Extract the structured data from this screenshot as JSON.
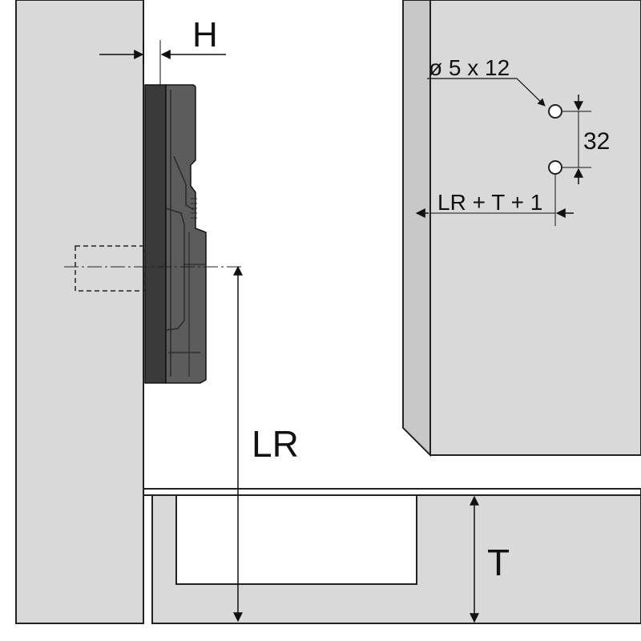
{
  "labels": {
    "h": "H",
    "hole_spec": "ø 5 x 12",
    "hole_spacing": "32",
    "offset": "LR + T + 1",
    "lr": "LR",
    "t": "T"
  },
  "colors": {
    "panel_fill": "#d9d9d9",
    "outline": "#222222",
    "hinge_dark": "#3a3a3a",
    "hinge_mid": "#5c5c5c",
    "background": "#ffffff"
  }
}
